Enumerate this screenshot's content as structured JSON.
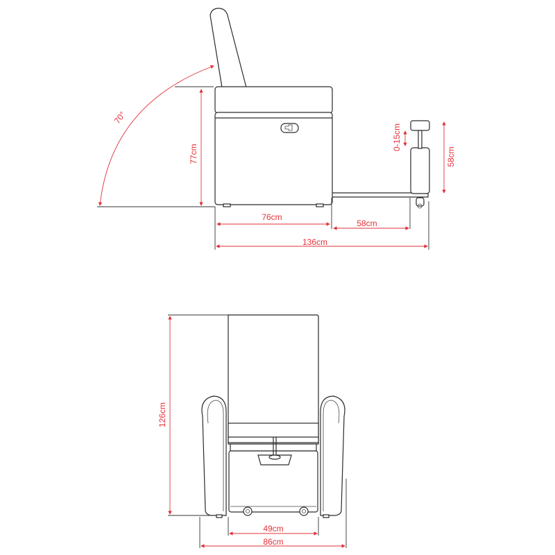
{
  "side_view": {
    "recline_angle": "70°",
    "seat_height": "77cm",
    "seat_depth": "76cm",
    "footrest_extension": "58cm",
    "footrest_adjust": "0-15cm",
    "footrest_height": "58cm",
    "total_length": "136cm"
  },
  "front_view": {
    "total_height": "126cm",
    "seat_width": "49cm",
    "total_width": "86cm"
  },
  "colors": {
    "dimension": "#e8303a",
    "outline": "#2a2a2a",
    "background": "#ffffff"
  }
}
